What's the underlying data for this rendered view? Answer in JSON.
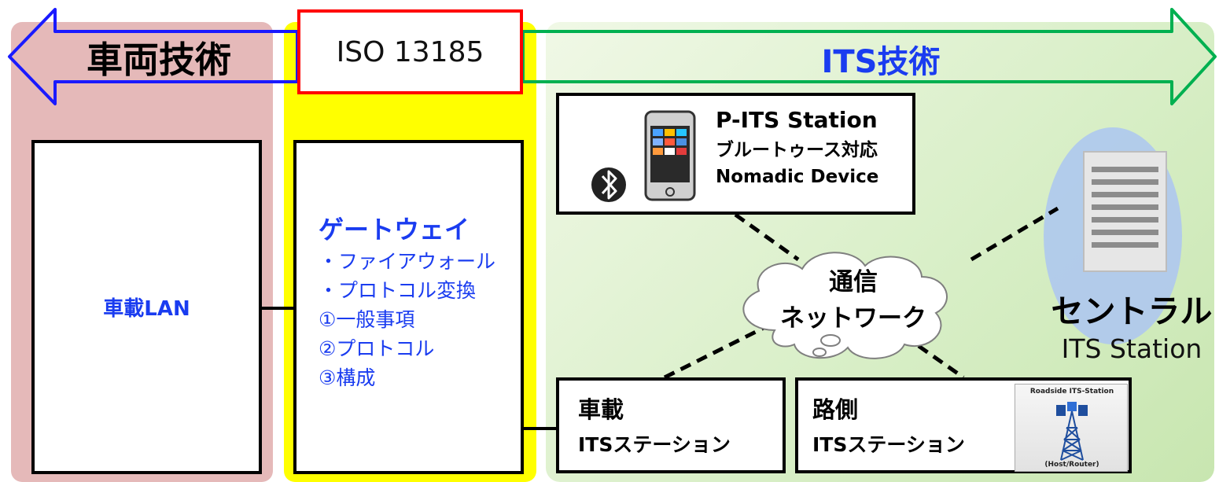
{
  "standard": "ISO 13185",
  "headers": {
    "vehicle_tech": "車両技術",
    "its_tech": "ITS技術"
  },
  "vehicle_lan": "車載LAN",
  "gateway": {
    "title": "ゲートウェイ",
    "lines": [
      "・ファイアウォール",
      "・プロトコル変換",
      "①一般事項",
      "②プロトコル",
      "③構成"
    ]
  },
  "p_its": {
    "title": "P-ITS Station",
    "line2": "ブルートゥース対応",
    "line3": "Nomadic Device"
  },
  "network": {
    "line1": "通信",
    "line2": "ネットワーク"
  },
  "central": {
    "title": "セントラル",
    "subtitle": "ITS Station"
  },
  "vehicle_its": {
    "line1": "車載",
    "line2": "ITSステーション"
  },
  "roadside_its": {
    "line1": "路側",
    "line2": "ITSステーション",
    "image_top": "Roadside ITS-Station",
    "image_bottom": "(Host/Router)"
  },
  "colors": {
    "vehicle_zone": "#e5b9b9",
    "gateway_zone": "#ffff00",
    "its_zone": "#d9efc8",
    "blue_text": "#1a3cf0",
    "iso_border": "#ff0000",
    "vehicle_arrow": "#1a1aff",
    "its_arrow": "#00b050"
  },
  "icons": [
    "bluetooth-icon",
    "tablet-icon",
    "server-icon",
    "cloud-icon",
    "antenna-tower-icon"
  ]
}
